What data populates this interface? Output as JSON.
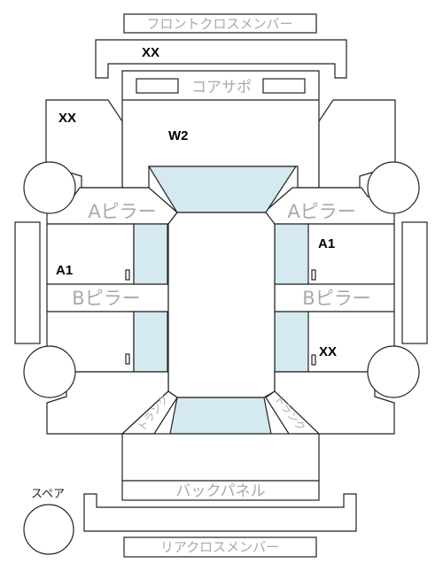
{
  "labels": {
    "front_cross_member": "フロントクロスメンバー",
    "core_support": "コアサポ",
    "a_pillar": "Aピラー",
    "b_pillar": "Bピラー",
    "back_panel": "バックパネル",
    "rear_cross_member": "リアクロスメンバー",
    "spare": "スペア",
    "trunk": "トランク"
  },
  "codes": {
    "front_cross_member": "XX",
    "left_front_fender": "XX",
    "hood": "W2",
    "right_front_door": "A1",
    "left_front_door": "A1",
    "right_rear_door": "XX"
  },
  "colors": {
    "glass": "#d5e9f0",
    "outline": "#222222",
    "label": "#a9a9a9"
  }
}
